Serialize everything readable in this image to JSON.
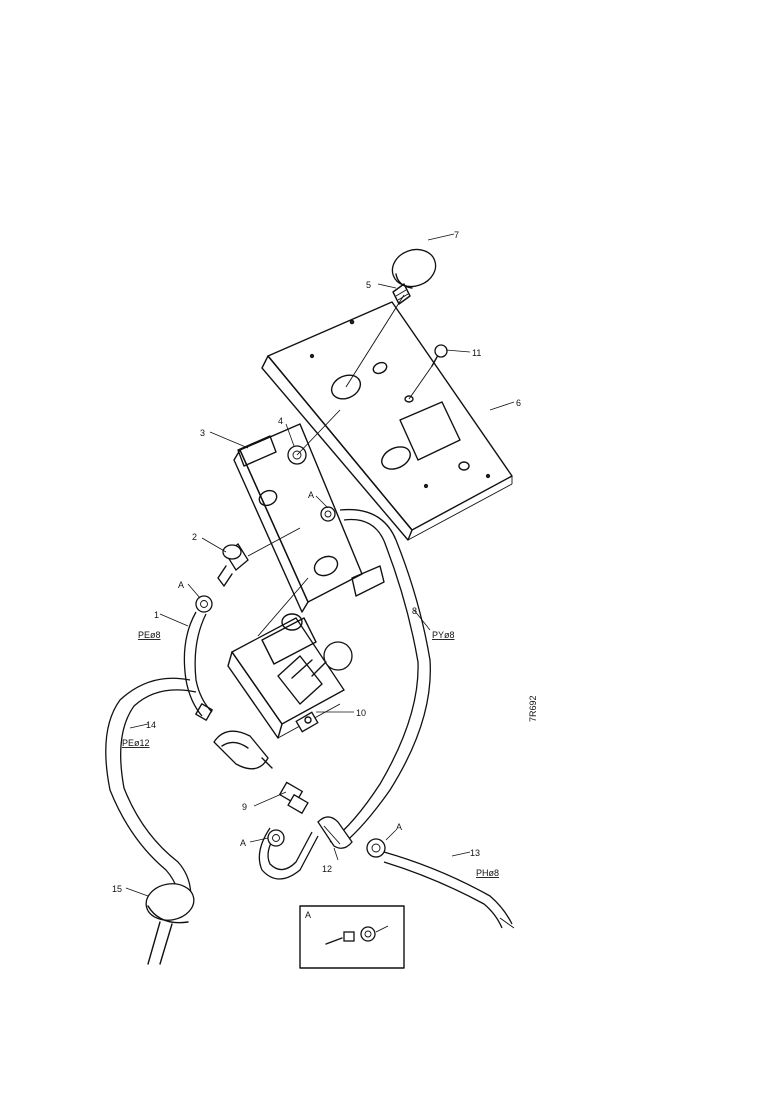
{
  "callouts": {
    "c7": "7",
    "c5": "5",
    "c11": "11",
    "c6": "6",
    "c3": "3",
    "c4": "4",
    "cA_top": "A",
    "c2": "2",
    "cA_left": "A",
    "c1": "1",
    "c8": "8",
    "c10": "10",
    "c14": "14",
    "c9": "9",
    "cA_bottom": "A",
    "c12": "12",
    "cA_right": "A",
    "c13": "13",
    "c15": "15",
    "detail_A": "A"
  },
  "hose_specs": {
    "s1": "PEø8",
    "s8": "PYø8",
    "s14": "PEø12",
    "s13": "PHø8"
  },
  "figure_ref": "7R692"
}
